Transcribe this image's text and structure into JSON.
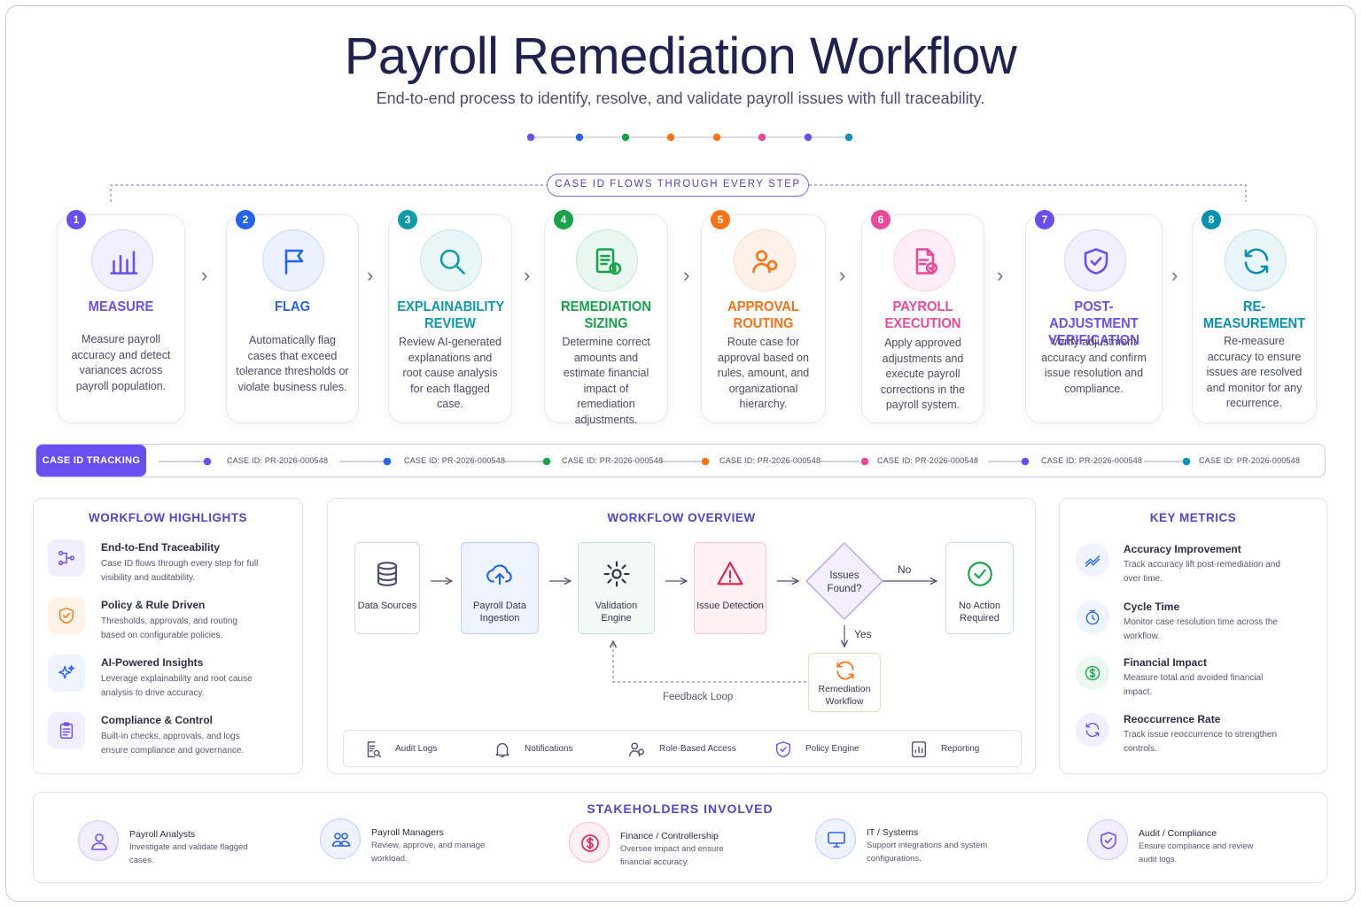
{
  "header": {
    "title": "Payroll Remediation Workflow",
    "subtitle": "End-to-end process to identify, resolve, and validate payroll issues with full traceability.",
    "dot_colors": [
      "#6a4ff0",
      "#2563eb",
      "#16a34a",
      "#f97316",
      "#f97316",
      "#ec4899",
      "#6a4ff0",
      "#0891b2"
    ]
  },
  "case_flow_label": "CASE ID FLOWS THROUGH EVERY STEP",
  "steps": [
    {
      "num": "1",
      "title": "MEASURE",
      "desc": "Measure payroll accuracy and detect variances across payroll population.",
      "color": "#6a4ff0",
      "icon": "bar-chart-icon"
    },
    {
      "num": "2",
      "title": "FLAG",
      "desc": "Automatically flag cases that exceed tolerance thresholds or violate business rules.",
      "color": "#2563eb",
      "icon": "flag-icon"
    },
    {
      "num": "3",
      "title": "EXPLAINABILITY REVIEW",
      "desc": "Review AI-generated explanations and root cause analysis for each flagged case.",
      "color": "#0f9aa8",
      "icon": "magnifier-icon"
    },
    {
      "num": "4",
      "title": "REMEDIATION SIZING",
      "desc": "Determine correct amounts and estimate financial impact of remediation adjustments.",
      "color": "#16a34a",
      "icon": "document-dollar-icon"
    },
    {
      "num": "5",
      "title": "APPROVAL ROUTING",
      "desc": "Route case for approval based on rules, amount, and organizational hierarchy.",
      "color": "#f97316",
      "icon": "users-icon"
    },
    {
      "num": "6",
      "title": "PAYROLL EXECUTION",
      "desc": "Apply approved adjustments and execute payroll corrections in the payroll system.",
      "color": "#ec4899",
      "icon": "document-check-icon"
    },
    {
      "num": "7",
      "title": "POST-ADJUSTMENT VERIFICATION",
      "desc": "Verify adjustment accuracy and confirm issue resolution and compliance.",
      "color": "#6a4ff0",
      "icon": "shield-check-icon"
    },
    {
      "num": "8",
      "title": "RE-MEASUREMENT",
      "desc": "Re-measure accuracy to ensure issues are resolved and monitor for any recurrence.",
      "color": "#0891b2",
      "icon": "refresh-icon"
    }
  ],
  "tracking": {
    "label": "CASE ID TRACKING",
    "case_id": "CASE ID:  PR-2026-000548",
    "dot_colors": [
      "#6a4ff0",
      "#2563eb",
      "#16a34a",
      "#f97316",
      "#ec4899",
      "#6a4ff0",
      "#0891b2"
    ]
  },
  "highlights": {
    "title": "WORKFLOW HIGHLIGHTS",
    "items": [
      {
        "title": "End-to-End Traceability",
        "desc": "Case ID flows through every step for full visibility and auditability.",
        "icon": "nodes-icon"
      },
      {
        "title": "Policy & Rule Driven",
        "desc": "Thresholds, approvals, and routing based on configurable policies.",
        "icon": "shield-icon"
      },
      {
        "title": "AI-Powered Insights",
        "desc": "Leverage explainability and root cause analysis to drive accuracy.",
        "icon": "sparkle-icon"
      },
      {
        "title": "Compliance & Control",
        "desc": "Built-in checks, approvals, and logs ensure compliance and governance.",
        "icon": "clipboard-icon"
      }
    ]
  },
  "overview": {
    "title": "WORKFLOW OVERVIEW",
    "nodes": [
      {
        "label": "Data Sources",
        "icon": "database-icon"
      },
      {
        "label": "Payroll Data Ingestion",
        "icon": "cloud-upload-icon"
      },
      {
        "label": "Validation Engine",
        "icon": "gear-icon"
      },
      {
        "label": "Issue Detection",
        "icon": "warning-icon"
      },
      {
        "label": "No Action Required",
        "icon": "check-circle-icon"
      }
    ],
    "decision": "Issues Found?",
    "no_label": "No",
    "yes_label": "Yes",
    "remediation_label": "Remediation Workflow",
    "feedback_label": "Feedback Loop",
    "tools": [
      {
        "label": "Audit Logs",
        "icon": "audit-log-icon"
      },
      {
        "label": "Notifications",
        "icon": "bell-icon"
      },
      {
        "label": "Role-Based Access",
        "icon": "users-icon"
      },
      {
        "label": "Policy Engine",
        "icon": "shield-check-icon"
      },
      {
        "label": "Reporting",
        "icon": "report-icon"
      }
    ]
  },
  "metrics": {
    "title": "KEY METRICS",
    "items": [
      {
        "title": "Accuracy Improvement",
        "desc": "Track accuracy lift post-remediation and over time.",
        "icon": "trend-icon"
      },
      {
        "title": "Cycle Time",
        "desc": "Monitor case resolution time across the workflow.",
        "icon": "clock-icon"
      },
      {
        "title": "Financial Impact",
        "desc": "Measure total and avoided financial impact.",
        "icon": "dollar-icon"
      },
      {
        "title": "Reoccurrence Rate",
        "desc": "Track issue reoccurrence to strengthen controls.",
        "icon": "cycle-icon"
      }
    ]
  },
  "stakeholders": {
    "title": "STAKEHOLDERS INVOLVED",
    "items": [
      {
        "title": "Payroll Analysts",
        "desc": "Investigate and validate flagged cases.",
        "icon": "person-icon"
      },
      {
        "title": "Payroll Managers",
        "desc": "Review, approve, and manage workload.",
        "icon": "group-icon"
      },
      {
        "title": "Finance / Controllership",
        "desc": "Oversee impact and ensure financial accuracy.",
        "icon": "dollar-icon"
      },
      {
        "title": "IT / Systems",
        "desc": "Support integrations and system configurations.",
        "icon": "monitor-icon"
      },
      {
        "title": "Audit / Compliance",
        "desc": "Ensure compliance and review audit logs.",
        "icon": "shield-check-icon"
      }
    ]
  }
}
